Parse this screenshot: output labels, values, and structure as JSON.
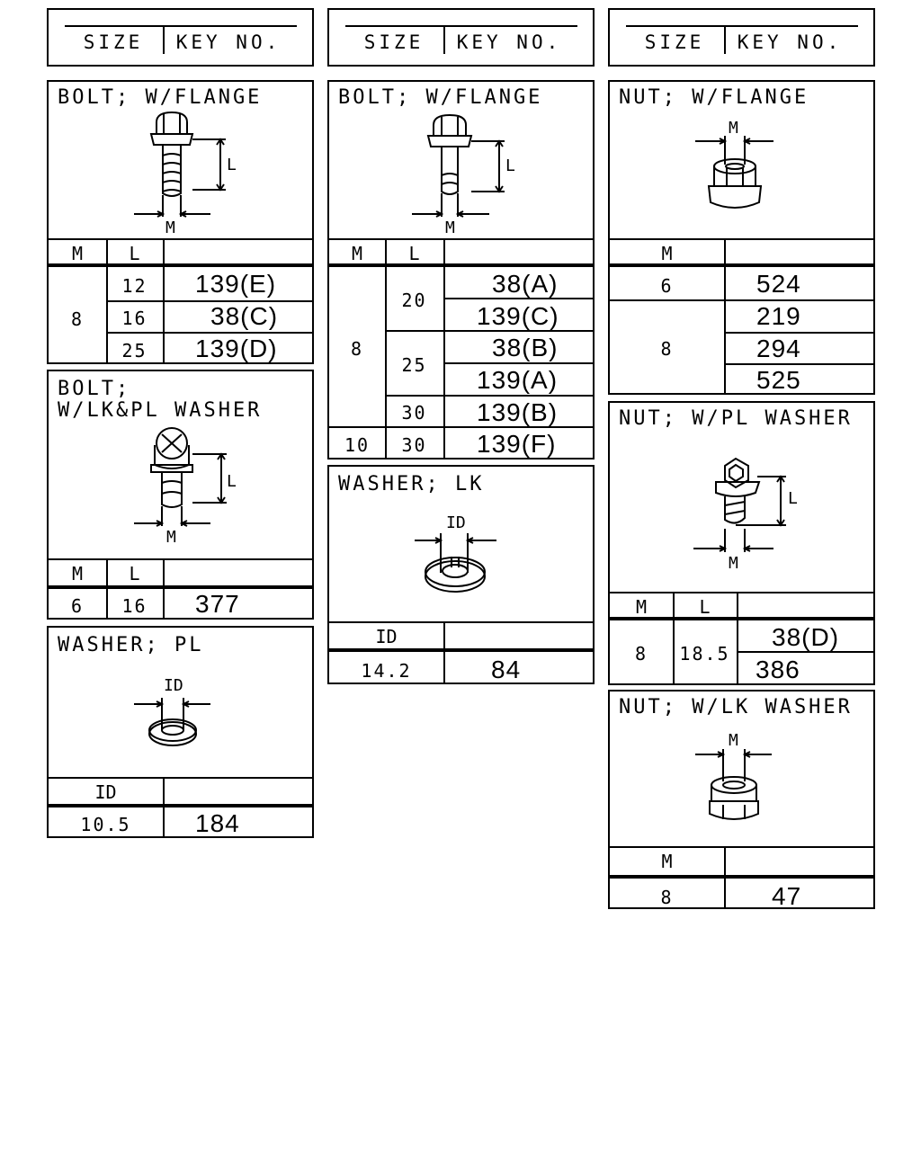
{
  "headers": {
    "size": "SIZE",
    "key_no": "KEY NO."
  },
  "col_labels": {
    "m": "M",
    "l": "L",
    "id": "ID"
  },
  "dim_labels": {
    "l": "L",
    "m": "M",
    "id": "ID"
  },
  "bolt_flange_1": {
    "title": "BOLT; W/FLANGE",
    "m": "8",
    "rows": [
      {
        "l": "12",
        "key": "139(E)"
      },
      {
        "l": "16",
        "key": "38(C)"
      },
      {
        "l": "25",
        "key": "139(D)"
      }
    ]
  },
  "bolt_lk_pl": {
    "title": "BOLT;\nW/LK&PL WASHER",
    "m": "6",
    "l": "16",
    "key": "377"
  },
  "washer_pl": {
    "title": "WASHER; PL",
    "id": "10.5",
    "key": "184"
  },
  "bolt_flange_2": {
    "title": "BOLT; W/FLANGE",
    "m8": "8",
    "m10": "10",
    "l20": "20",
    "l25": "25",
    "l30a": "30",
    "l30b": "30",
    "keys": [
      "38(A)",
      "139(C)",
      "38(B)",
      "139(A)",
      "139(B)",
      "139(F)"
    ]
  },
  "washer_lk": {
    "title": "WASHER; LK",
    "id": "14.2",
    "key": "84"
  },
  "nut_flange": {
    "title": "NUT; W/FLANGE",
    "m6": "6",
    "key6": "524",
    "m8": "8",
    "keys8": [
      "219",
      "294",
      "525"
    ]
  },
  "nut_pl": {
    "title": "NUT; W/PL WASHER",
    "m": "8",
    "l": "18.5",
    "keys": [
      "38(D)",
      "386"
    ]
  },
  "nut_lk": {
    "title": "NUT; W/LK WASHER",
    "m": "8",
    "key": "47"
  }
}
